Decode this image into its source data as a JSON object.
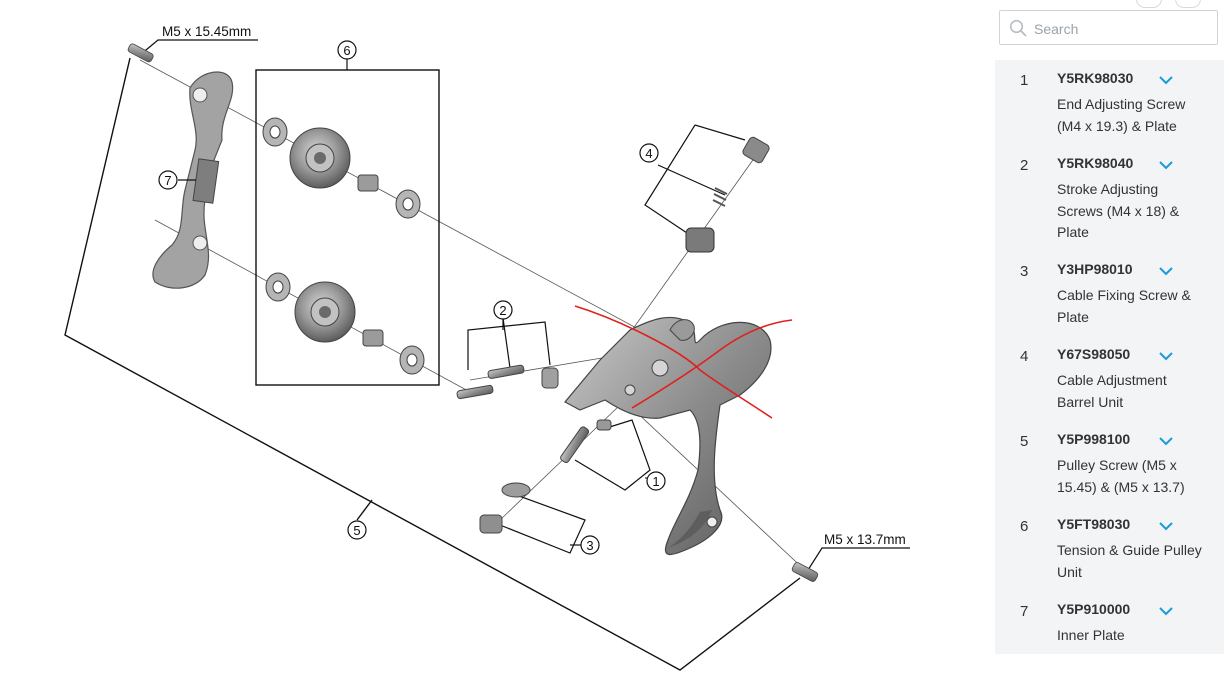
{
  "diagram": {
    "callouts": [
      {
        "num": "1"
      },
      {
        "num": "2"
      },
      {
        "num": "3"
      },
      {
        "num": "4"
      },
      {
        "num": "5"
      },
      {
        "num": "6"
      },
      {
        "num": "7"
      }
    ],
    "dim_top": "M5 x 15.45mm",
    "dim_bottom": "M5 x 13.7mm",
    "colors": {
      "line": "#111111",
      "part": "#8a8a8a",
      "part_dark": "#5e5e5e",
      "markup": "#e0201c"
    }
  },
  "search": {
    "placeholder": "Search",
    "icon": "search-icon"
  },
  "parts": [
    {
      "index": "1",
      "code": "Y5RK98030",
      "description": "End Adjusting Screw (M4 x 19.3) & Plate"
    },
    {
      "index": "2",
      "code": "Y5RK98040",
      "description": "Stroke Adjusting Screws (M4 x 18) & Plate"
    },
    {
      "index": "3",
      "code": "Y3HP98010",
      "description": "Cable Fixing Screw & Plate"
    },
    {
      "index": "4",
      "code": "Y67S98050",
      "description": "Cable Adjustment Barrel Unit"
    },
    {
      "index": "5",
      "code": "Y5P998100",
      "description": "Pulley Screw (M5 x 15.45) & (M5 x 13.7)"
    },
    {
      "index": "6",
      "code": "Y5FT98030",
      "description": "Tension & Guide Pulley Unit"
    },
    {
      "index": "7",
      "code": "Y5P910000",
      "description": "Inner Plate"
    }
  ],
  "accent_color": "#1a9bd7"
}
